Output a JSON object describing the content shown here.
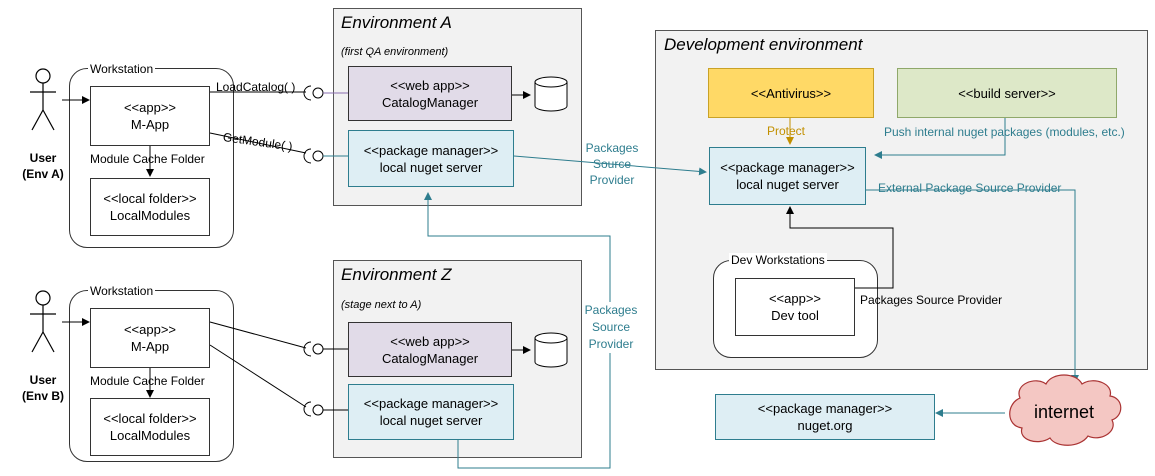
{
  "users": [
    {
      "line1": "User",
      "line2": "(Env A)"
    },
    {
      "line1": "User",
      "line2": "(Env B)"
    }
  ],
  "workstations": [
    {
      "title": "Workstation",
      "app_stereo": "<<app>>",
      "app_name": "M-App",
      "cache_label": "Module Cache Folder",
      "folder_stereo": "<<local folder>>",
      "folder_name": "LocalModules"
    },
    {
      "title": "Workstation",
      "app_stereo": "<<app>>",
      "app_name": "M-App",
      "cache_label": "Module Cache Folder",
      "folder_stereo": "<<local folder>>",
      "folder_name": "LocalModules"
    }
  ],
  "env_a": {
    "title": "Environment A",
    "subtitle": "(first QA environment)",
    "web_stereo": "<<web app>>",
    "web_name": "CatalogManager",
    "pkg_stereo": "<<package manager>>",
    "pkg_name": "local nuget server"
  },
  "env_z": {
    "title": "Environment Z",
    "subtitle": "(stage next to A)",
    "web_stereo": "<<web app>>",
    "web_name": "CatalogManager",
    "pkg_stereo": "<<package manager>>",
    "pkg_name": "local nuget server"
  },
  "dev_env": {
    "title": "Development environment",
    "antivirus": "<<Antivirus>>",
    "build_server": "<<build server>>",
    "pkg_stereo": "<<package manager>>",
    "pkg_name": "local nuget server",
    "dev_ws_title": "Dev Workstations",
    "tool_stereo": "<<app>>",
    "tool_name": "Dev tool"
  },
  "nuget_org": {
    "stereo": "<<package manager>>",
    "name": "nuget.org"
  },
  "cloud": {
    "label": "internet"
  },
  "labels": {
    "load_catalog": "LoadCatalog( )",
    "get_module": "GetModule( )",
    "pkg_source_1a": "Packages",
    "pkg_source_1b": "Source",
    "pkg_source_1c": "Provider",
    "pkg_source_2a": "Packages",
    "pkg_source_2b": "Source",
    "pkg_source_2c": "Provider",
    "protect": "Protect",
    "push": "Push internal nuget packages (modules, etc.)",
    "external": "External Package Source Provider",
    "dev_pkg_source": "Packages Source Provider"
  },
  "colors": {
    "teal": "#2e7d8e",
    "gold": "#c29000",
    "purple_line": "#8a6fb0",
    "cloud_fill": "#f4c7c3",
    "cloud_stroke": "#a33"
  }
}
